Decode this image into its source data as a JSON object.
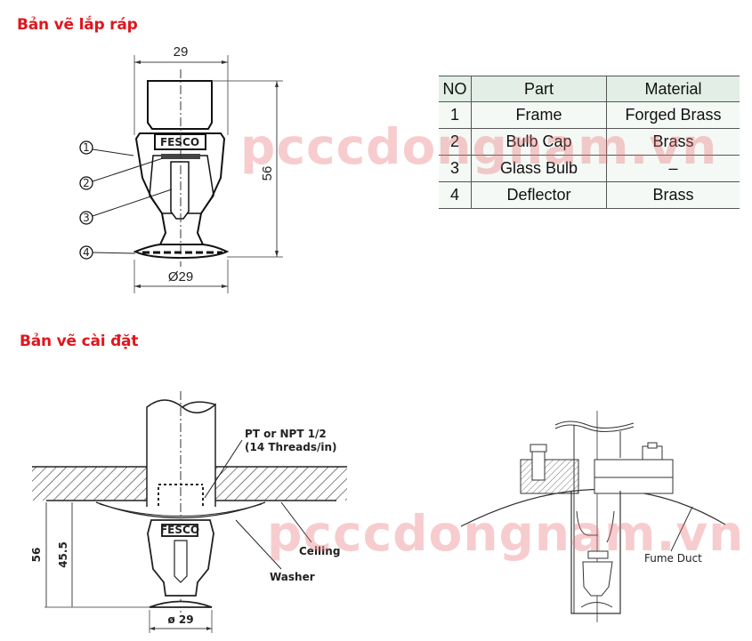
{
  "sections": {
    "assembly_title": "Bản vẽ lắp ráp",
    "installation_title": "Bản vẽ cài đặt"
  },
  "assembly_drawing": {
    "top_width_dim": "29",
    "height_dim": "56",
    "deflector_dim": "Ø29",
    "brand_label": "FESCO",
    "callouts": [
      "1",
      "2",
      "3",
      "4"
    ]
  },
  "parts_table": {
    "headers": [
      "NO",
      "Part",
      "Material"
    ],
    "rows": [
      {
        "no": "1",
        "part": "Frame",
        "material": "Forged Brass"
      },
      {
        "no": "2",
        "part": "Bulb Cap",
        "material": "Brass"
      },
      {
        "no": "3",
        "part": "Glass Bulb",
        "material": "–"
      },
      {
        "no": "4",
        "part": "Deflector",
        "material": "Brass"
      }
    ],
    "colors": {
      "header_bg": "#e2eee6",
      "row_bg": "#f4f9f5"
    }
  },
  "installation_drawing": {
    "thread_label_line1": "PT or NPT 1/2",
    "thread_label_line2": "(14 Threads/in)",
    "ceiling_label": "Ceiling",
    "washer_label": "Washer",
    "height_dim_total": "56",
    "height_dim_exposed": "45.5",
    "deflector_dim": "ø 29",
    "brand_label": "FESCO"
  },
  "duct_drawing": {
    "duct_label": "Fume Duct"
  },
  "watermark": {
    "text_top": "pcccdongnam.vn",
    "text_bottom": "pcccdongnam.vn"
  },
  "colors": {
    "title_red": "#e0161d",
    "watermark": "#e86e73"
  }
}
